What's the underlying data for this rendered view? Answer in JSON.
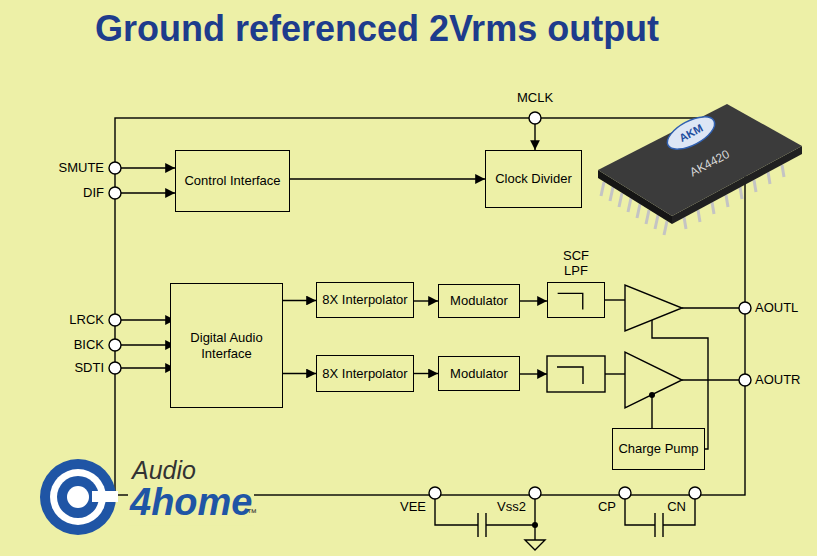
{
  "diagram": {
    "title": "Ground referenced 2Vrms output",
    "nodes": [
      {
        "text": [
          "Control Interface"
        ]
      },
      {
        "text": [
          "Clock Divider"
        ]
      },
      {
        "text": [
          "Digital Audio Interface"
        ]
      },
      {
        "text": [
          "8X Interpolator"
        ]
      },
      {
        "text": [
          "Modulator"
        ]
      },
      {
        "text": [
          "SCF LPF"
        ]
      },
      {
        "text": [
          "8X Interpolator"
        ]
      },
      {
        "text": [
          "Modulator"
        ]
      },
      {
        "text": [
          "Charge Pump"
        ]
      }
    ],
    "edges": [
      {
        "from": 0,
        "to": 1,
        "arrow": "to"
      },
      {
        "from": 2,
        "to": 3,
        "arrow": "to"
      },
      {
        "from": 3,
        "to": 4,
        "arrow": "to"
      },
      {
        "from": 4,
        "to": 5,
        "arrow": "to"
      },
      {
        "from": 2,
        "to": 6,
        "arrow": "to"
      },
      {
        "from": 6,
        "to": 7,
        "arrow": "to"
      }
    ],
    "labels": [
      "MCLK",
      "SMUTE",
      "DIF",
      "LRCK",
      "BICK",
      "SDTI",
      "AOUTL",
      "AOUTR",
      "VEE",
      "Vss2",
      "CP",
      "CN",
      "AKM",
      "AK4420",
      "Audio",
      "4home",
      "™"
    ]
  }
}
